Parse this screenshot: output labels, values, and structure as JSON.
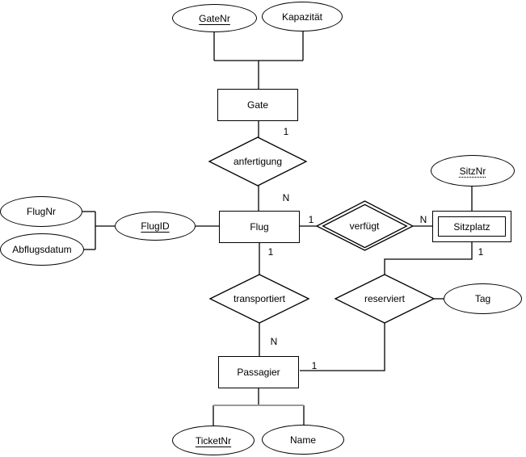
{
  "diagram": {
    "kind": "entity-relationship-diagram",
    "language": "de",
    "colors": {
      "stroke": "#000000",
      "fill": "#ffffff",
      "gray_branch_line": "#999999",
      "text": "#000000"
    },
    "entities": {
      "gate": {
        "label": "Gate",
        "weak": false
      },
      "flug": {
        "label": "Flug",
        "weak": false
      },
      "sitzplatz": {
        "label": "Sitzplatz",
        "weak": true
      },
      "passagier": {
        "label": "Passagier",
        "weak": false
      }
    },
    "relationships": {
      "anfertigung": {
        "label": "anfertigung",
        "identifying": false
      },
      "verfuegt": {
        "label": "verfügt",
        "identifying": true
      },
      "transportiert": {
        "label": "transportiert",
        "identifying": false
      },
      "reserviert": {
        "label": "reserviert",
        "identifying": false
      }
    },
    "attributes": {
      "gatenr": {
        "label": "GateNr",
        "key": "primary",
        "owner": "Gate"
      },
      "kapazitaet": {
        "label": "Kapazität",
        "key": "none",
        "owner": "Gate"
      },
      "flugnr": {
        "label": "FlugNr",
        "key": "none",
        "owner": "Flug"
      },
      "abflugsdatum": {
        "label": "Abflugsdatum",
        "key": "none",
        "owner": "Flug"
      },
      "flugid": {
        "label": "FlugID",
        "key": "primary",
        "owner": "Flug"
      },
      "sitznr": {
        "label": "SitzNr",
        "key": "partial",
        "owner": "Sitzplatz"
      },
      "tag": {
        "label": "Tag",
        "key": "none",
        "owner": "reserviert"
      },
      "ticketnr": {
        "label": "TicketNr",
        "key": "primary",
        "owner": "Passagier"
      },
      "name": {
        "label": "Name",
        "key": "none",
        "owner": "Passagier"
      }
    },
    "cardinalities": {
      "gate_anfertigung": "1",
      "anfertigung_flug": "N",
      "flug_verfuegt": "1",
      "verfuegt_sitzplatz": "N",
      "flug_transportiert": "1",
      "transportiert_passagier": "N",
      "sitzplatz_reserviert": "1",
      "passagier_reserviert": "1"
    },
    "connections": [
      {
        "from": "Gate",
        "to": "anfertigung",
        "cardinality": "1"
      },
      {
        "from": "anfertigung",
        "to": "Flug",
        "cardinality": "N"
      },
      {
        "from": "Flug",
        "to": "verfügt",
        "cardinality": "1"
      },
      {
        "from": "verfügt",
        "to": "Sitzplatz",
        "cardinality": "N"
      },
      {
        "from": "Flug",
        "to": "transportiert",
        "cardinality": "1"
      },
      {
        "from": "transportiert",
        "to": "Passagier",
        "cardinality": "N"
      },
      {
        "from": "Sitzplatz",
        "to": "reserviert",
        "cardinality": "1"
      },
      {
        "from": "Passagier",
        "to": "reserviert",
        "cardinality": "1"
      },
      {
        "from": "reserviert",
        "to": "Tag",
        "cardinality": ""
      }
    ]
  }
}
